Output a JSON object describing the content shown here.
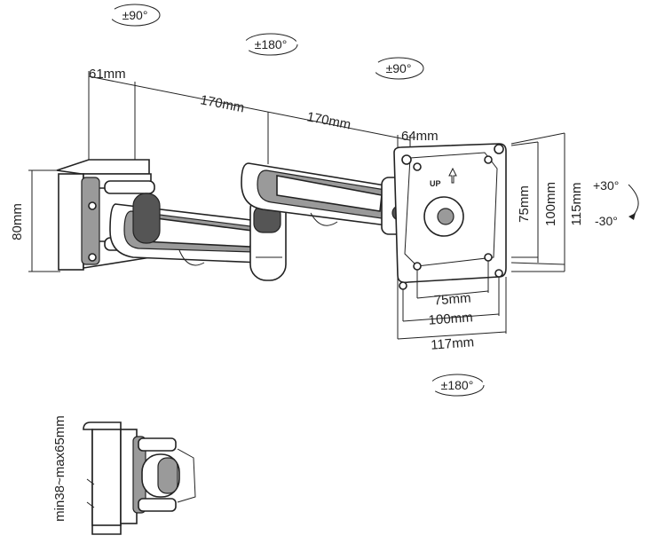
{
  "rotations": {
    "base_swivel": "±90°",
    "mid_swivel": "±180°",
    "head_swivel": "±90°",
    "plate_rotation": "±180°",
    "tilt_up": "+30°",
    "tilt_down": "-30°"
  },
  "dimensions": {
    "clamp_depth": "61mm",
    "arm1_length": "170mm",
    "arm2_length": "170mm",
    "head_length": "64mm",
    "clamp_height": "80mm",
    "vesa_75_h": "75mm",
    "vesa_100_h": "100mm",
    "plate_height": "115mm",
    "vesa_75_w": "75mm",
    "vesa_100_w": "100mm",
    "plate_width": "117mm",
    "desk_thickness": "min38~max65mm"
  },
  "plate_label": "UP"
}
